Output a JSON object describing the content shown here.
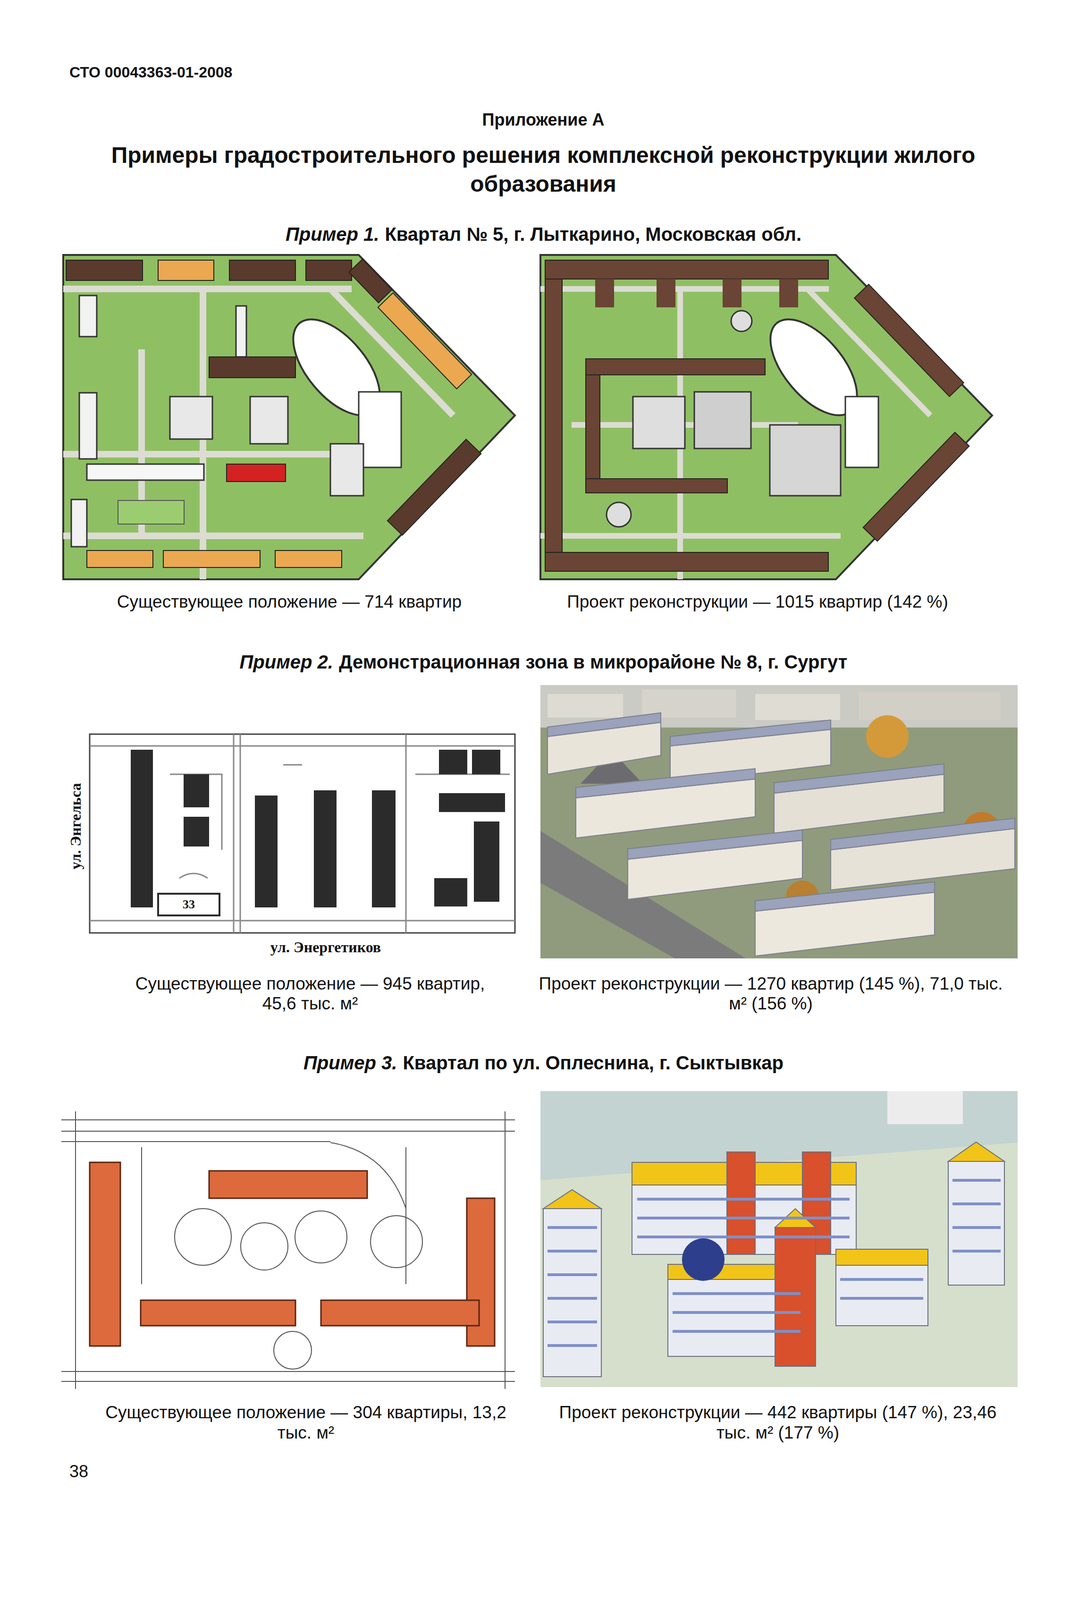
{
  "diagram": {
    "title": "Примеры градостроительного решения комплексной реконструкции жилого образования",
    "labels": [
      "СТО 00043363-01-2008",
      "Приложение А",
      "Пример 1.",
      "Квартал № 5, г. Лыткарино, Московская обл.",
      "Существующее положение — 714 квартир",
      "Проект реконструкции — 1015 квартир (142 %)",
      "Пример 2.",
      "Демонстрационная зона в микрорайоне № 8, г. Сургут",
      "ул. Энгельса",
      "33",
      "ул. Энергетиков",
      "Существующее положение — 945 квартир, 45,6 тыс. м²",
      "Проект реконструкции — 1270 квартир (145 %), 71,0 тыс. м² (156 %)",
      "Пример 3.",
      "Квартал по ул. Оплеснина, г. Сыктывкар",
      "Существующее положение — 304 квартиры, 13,2 тыс. м²",
      "Проект реконструкции — 442 квартиры (147 %), 23,46 тыс. м² (177 %)",
      "38"
    ]
  }
}
